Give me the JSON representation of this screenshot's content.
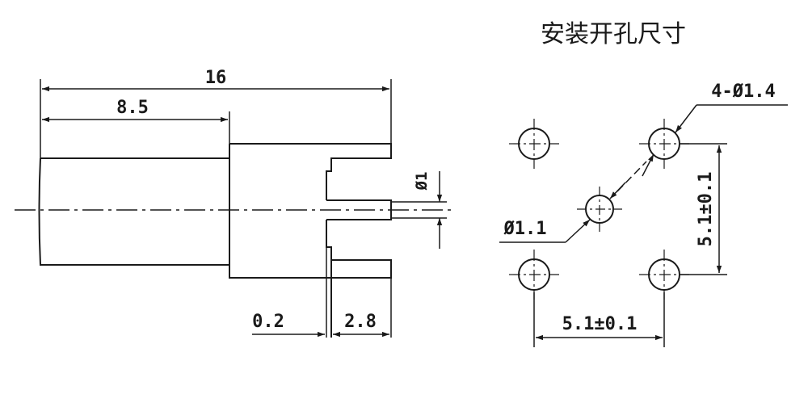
{
  "side_view": {
    "dims": {
      "overall_length": "16",
      "barrel_length": "8.5",
      "pin_diameter": "Ø1",
      "gap": "0.2",
      "pin_length": "2.8"
    }
  },
  "mounting": {
    "title": "安装开孔尺寸",
    "hole_callout": "4-Ø1.4",
    "center_hole": "Ø1.1",
    "horizontal_spacing": "5.1±0.1",
    "vertical_spacing": "5.1±0.1"
  }
}
